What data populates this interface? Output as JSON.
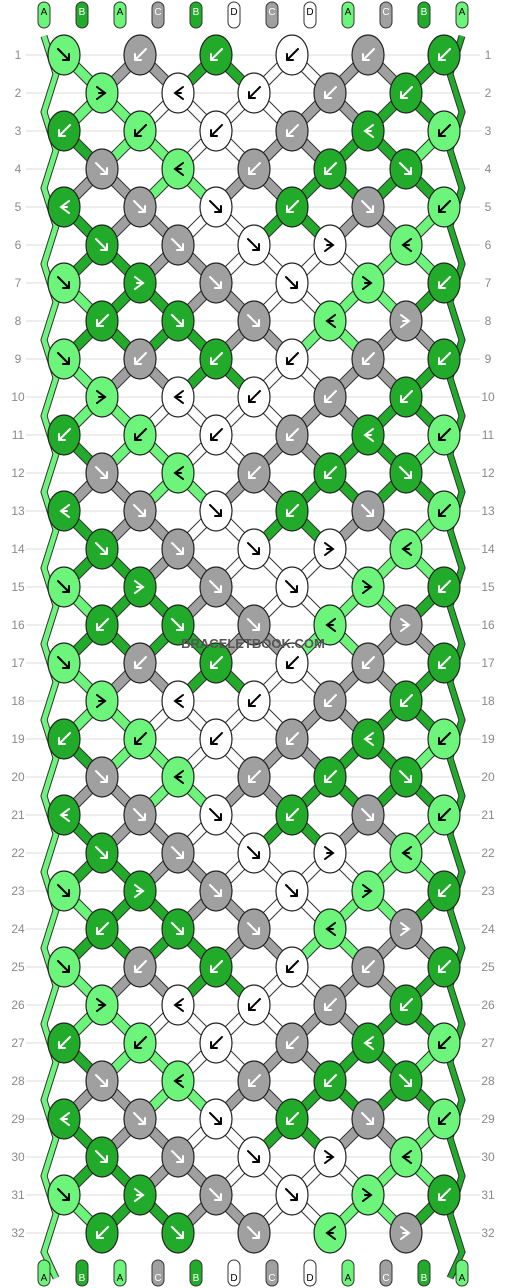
{
  "watermark": "BRACELETBOOK.COM",
  "colors": {
    "A": "#6cf57a",
    "B": "#22ab2a",
    "C": "#a0a0a0",
    "D": "#ffffff",
    "outline": "#222222",
    "grid": "#dddddd",
    "row_label": "#8a8a8a"
  },
  "strings_top": [
    "A",
    "B",
    "A",
    "C",
    "B",
    "D",
    "C",
    "D",
    "A",
    "C",
    "B",
    "A"
  ],
  "strings_bottom": [
    "A",
    "B",
    "A",
    "C",
    "B",
    "D",
    "C",
    "D",
    "A",
    "C",
    "B",
    "A"
  ],
  "row_numbers": [
    "1",
    "2",
    "3",
    "4",
    "5",
    "6",
    "7",
    "8",
    "9",
    "10",
    "11",
    "12",
    "13",
    "14",
    "15",
    "16",
    "17",
    "18",
    "19",
    "20",
    "21",
    "22",
    "23",
    "24",
    "25",
    "26",
    "27",
    "28",
    "29",
    "30",
    "31",
    "32"
  ],
  "knot_period": [
    [
      [
        "A",
        "se"
      ],
      [
        "C",
        "sw"
      ],
      [
        "B",
        "sw"
      ],
      [
        "D",
        "sw"
      ],
      [
        "C",
        "sw"
      ],
      [
        "B",
        "sw"
      ]
    ],
    [
      [
        "A",
        "fr"
      ],
      [
        "D",
        "fl"
      ],
      [
        "D",
        "sw"
      ],
      [
        "C",
        "sw"
      ],
      [
        "B",
        "sw"
      ]
    ],
    [
      [
        "B",
        "sw"
      ],
      [
        "A",
        "sw"
      ],
      [
        "D",
        "sw"
      ],
      [
        "C",
        "sw"
      ],
      [
        "B",
        "fl"
      ],
      [
        "A",
        "sw"
      ]
    ],
    [
      [
        "C",
        "se"
      ],
      [
        "A",
        "fl"
      ],
      [
        "C",
        "sw"
      ],
      [
        "B",
        "sw"
      ],
      [
        "B",
        "se"
      ]
    ],
    [
      [
        "B",
        "fl"
      ],
      [
        "C",
        "se"
      ],
      [
        "D",
        "se"
      ],
      [
        "B",
        "sw"
      ],
      [
        "C",
        "se"
      ],
      [
        "A",
        "sw"
      ]
    ],
    [
      [
        "B",
        "se"
      ],
      [
        "C",
        "se"
      ],
      [
        "D",
        "se"
      ],
      [
        "D",
        "fr"
      ],
      [
        "A",
        "fl"
      ]
    ],
    [
      [
        "A",
        "se"
      ],
      [
        "B",
        "fr"
      ],
      [
        "C",
        "se"
      ],
      [
        "D",
        "se"
      ],
      [
        "A",
        "fr"
      ],
      [
        "B",
        "sw"
      ]
    ],
    [
      [
        "B",
        "sw"
      ],
      [
        "B",
        "se"
      ],
      [
        "C",
        "se"
      ],
      [
        "A",
        "fl"
      ],
      [
        "C",
        "fr"
      ]
    ]
  ]
}
